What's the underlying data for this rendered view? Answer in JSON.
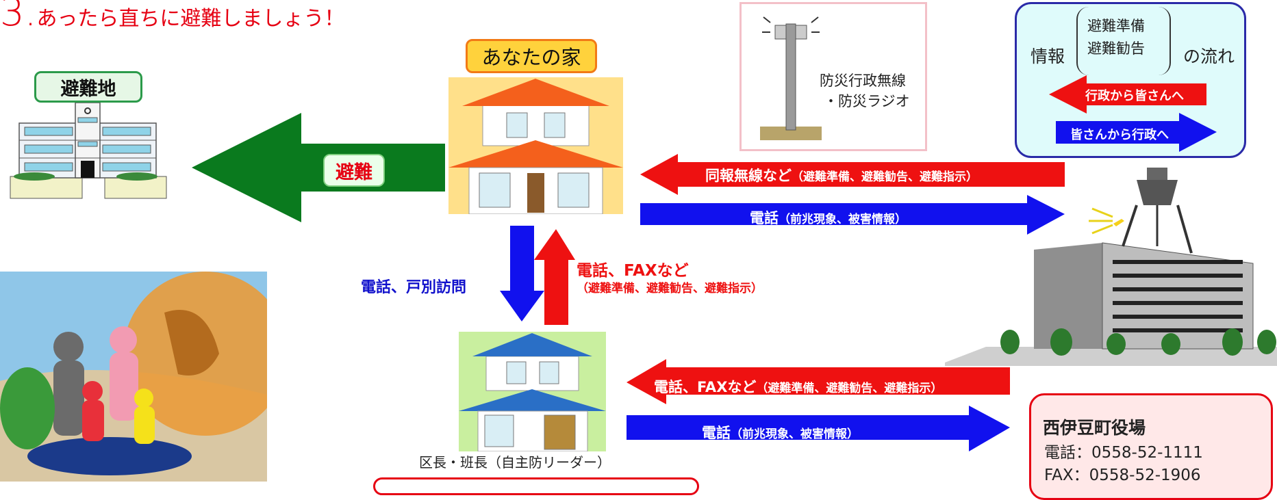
{
  "title": {
    "number": "3.",
    "text": "あったら直ちに避難しましょう！"
  },
  "evacuation_site": {
    "label": "避難地"
  },
  "your_house": {
    "label": "あなたの家"
  },
  "evacuate_arrow": {
    "label": "避難"
  },
  "radio": {
    "line1": "防災行政無線",
    "line2": "・防災ラジオ"
  },
  "legend": {
    "left": "情報",
    "item1": "避難準備",
    "item2": "避難勧告",
    "right": "の流れ",
    "red_label": "行政から皆さんへ",
    "blue_label": "皆さんから行政へ",
    "red_color": "#ee1111",
    "blue_color": "#1111ee"
  },
  "arrows": {
    "house_from_office": {
      "main": "同報無線など",
      "sub": "（避難準備、避難勧告、避難指示）"
    },
    "house_to_office": {
      "main": "電話",
      "sub": "（前兆現象、被害情報）"
    },
    "house_to_leader": {
      "label": "電話、戸別訪問"
    },
    "leader_to_house": {
      "main": "電話、FAXなど",
      "sub": "（避難準備、避難勧告、避難指示）"
    },
    "leader_from_office": {
      "main": "電話、FAXなど",
      "sub": "（避難準備、避難勧告、避難指示）"
    },
    "leader_to_office": {
      "main": "電話",
      "sub": "（前兆現象、被害情報）"
    }
  },
  "leader": {
    "label": "区長・班長（自主防リーダー）"
  },
  "town_office": {
    "name": "西伊豆町役場",
    "tel": "電話：0558-52-1111",
    "fax": "FAX：0558-52-1906"
  }
}
